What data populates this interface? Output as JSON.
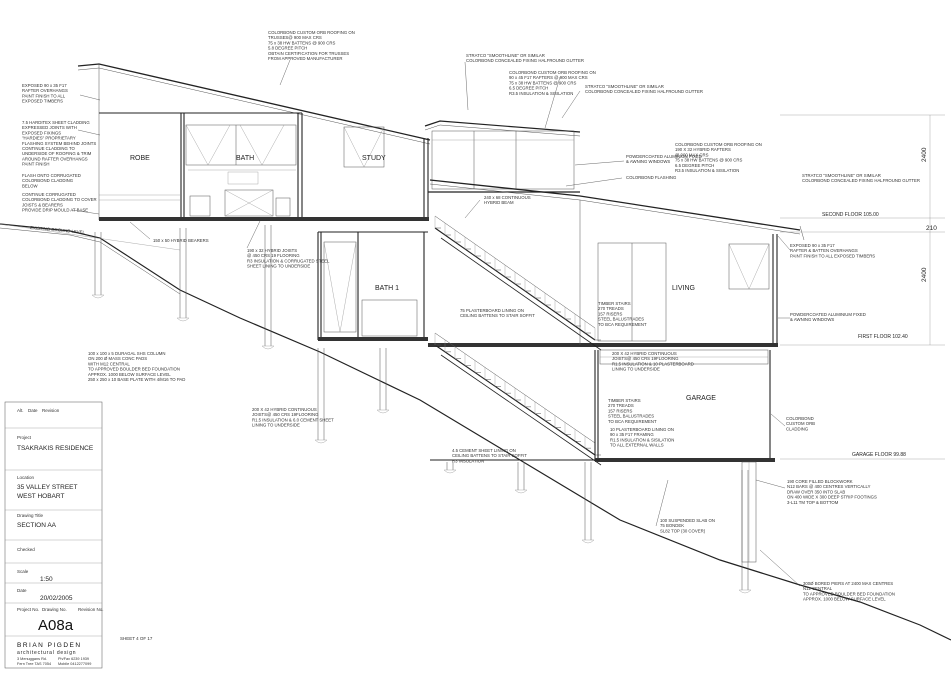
{
  "drawing": {
    "rooms": {
      "robe": "ROBE",
      "bath": "BATH",
      "study": "STUDY",
      "bath1": "BATH 1",
      "living": "LIVING",
      "garage": "GARAGE"
    },
    "levels": {
      "second_floor": "SECOND FLOOR 105.00",
      "first_floor": "FIRST FLOOR 102.40",
      "garage_floor": "GARAGE FLOOR 99.88"
    },
    "dimensions": {
      "upper": "2400",
      "floor_zone": "210",
      "lower": "2400"
    },
    "ground_label": "EXISTING GROUND LEVEL",
    "notes": {
      "roof_top": [
        "COLORBOND CUSTOM ORB ROOFING ON",
        "TRUSSES@ 900 MAX CRS",
        "75 x 38 HW BATTENS @ 900 CRS",
        "5.8 DEGREE PITCH",
        "OBTAIN CERTIFICATION FOR TRUSSES",
        "FROM APPROVED MANUFACTURER"
      ],
      "rafter_left": [
        "EXPOSED 90 x 35 F17",
        "RAFTER OVERHANGS",
        "PAINT FINISH TO ALL",
        "EXPOSED TIMBERS"
      ],
      "cladding_left": [
        "7.5 HARDITEX SHEET CLADDING",
        "EXPRESSED JOINTS WITH",
        "EXPOSED FIXINGS",
        "\"HARDIES\" PROPRIETARY",
        "FLASHING SYSTEM BEHIND JOINTS",
        "CONTINUE CLADDING TO",
        "UNDERSIDE OF ROOFING & TRIM",
        "AROUND RAFTER OVERHANGS",
        "PAINT FINISH"
      ],
      "flash_left": [
        "FLASH ONTO CORRUGATED",
        "COLORBOND CLADDING",
        "BELOW"
      ],
      "continue_left": [
        "CONTINUE CORRUGATED",
        "COLORBOND CLADDING TO COVER",
        "JOISTS & BEARERS",
        "PROVIDE DRIP MOULD AT BASE"
      ],
      "bearers": [
        "150 x 50 HYBRID BEARERS"
      ],
      "joists_upper": [
        "190 x 32 HYBRID JOISTS",
        "@ 450 CRS 19 FLOORING",
        "R3 INSULATION & CORRUGATED STEEL",
        "SHEET LINING TO UNDERSIDE"
      ],
      "columns": [
        "100 x 100 x 5 DURAGAL SHS COLUMN",
        "ON 200 Ø MASS CONC PADS",
        "WITH M12 CENTRAL",
        "TO APPROVED BOULDER BED FOUNDATION",
        "APPROX. 1000 BELOW SURFACE LEVEL",
        "250 x 250 x 10 BASE PLATE WITH 4/M16 TO PAD"
      ],
      "joists_mid": [
        "200 X 42 HYBRID CONTINUOUS",
        "JOISTS@ 450 CRS 19FLOORING",
        "R1.5 INSULATION & 6.0 CEMENT SHEET",
        "LINING TO UNDERSIDE"
      ],
      "cement_sheet": [
        "4.5 CEMENT SHEET LINING ON",
        "CEILING BATTENS TO STAIR SOFFIT",
        "R3 INSULATION"
      ],
      "stair_soffit": [
        "75 PLASTERBOARD LINING ON",
        "CEILING BATTENS TO STAIR SOFFIT"
      ],
      "stretto_top": [
        "STRATCO \"SMOOTHLINE\" OR SIMILAR",
        "COLORBOND CONCEALED FIXING HALFROUND GUTTER"
      ],
      "roof_mid": [
        "COLORBOND CUSTOM ORB ROOFING ON",
        "90 x 45 F17 RAFTERS @ 900 MAX CRS",
        "75 x 38 HW BATTENS @ 900 CRS",
        "6.5 DEGREE PITCH",
        "R3.5 INSULATION & SISILATION"
      ],
      "stretto_mid": [
        "STRATCO \"SMOOTHLINE\" OR SIMILAR",
        "COLORBOND CONCEALED FIXING HALFROUND GUTTER"
      ],
      "windows_upper": [
        "POWDERCOATED ALUMINIUM FIXED",
        "& AWNING WINDOWS"
      ],
      "flashing": [
        "COLORBOND FLASHING"
      ],
      "hybrid_beam": [
        "240 x 68 CONTINUOUS",
        "HYBRID BEAM"
      ],
      "roof_right": [
        "COLORBOND CUSTOM ORB ROOFING ON",
        "190 X 32 HYBRID RAFTERS",
        "@ 900 MAX CRS",
        "75 x 38 HW BATTENS @ 900 CRS",
        "6.5 DEGREE PITCH",
        "R3.5 INSULATION & SISILATION"
      ],
      "stretto_right": [
        "STRATCO \"SMOOTHLINE\" OR SIMILAR",
        "COLORBOND CONCEALED FIXING HALFROUND GUTTER"
      ],
      "exposed_right": [
        "EXPOSED 90 x 35 F17",
        "RAFTER & BATTEN OVERHANGS",
        "PAINT FINISH TO ALL EXPOSED TIMBERS"
      ],
      "stairs_upper": [
        "TIMBER STAIRS",
        "270 TREADS",
        "157 RISERS",
        "STEEL BALUSTRADES",
        "TO BCA REQUIREMENT"
      ],
      "windows_right": [
        "POWDERCOATED ALUMINIUM FIXED",
        "& AWNING WINDOWS"
      ],
      "joists_garage": [
        "200 X 42 HYBRID CONTINUOUS",
        "JOISTS@ 450 CRS 19FLOORING",
        "R1.5 INSULATION & 10 PLASTERBOARD",
        "LINING TO UNDERSIDE"
      ],
      "stairs_lower": [
        "TIMBER STAIRS",
        "270 TREADS",
        "157 RISERS",
        "STEEL BALUSTRADES",
        "TO BCA REQUIREMENT"
      ],
      "garage_walls": [
        "10 PLASTERBOARD LINING ON",
        "90 x 35 F17 FRAMING",
        "R1.5 INSULATION & SISILATION",
        "TO ALL EXTERNAL WALLS"
      ],
      "cladding_right": [
        "COLORBOND",
        "CUSTOM ORB",
        "CLADDING"
      ],
      "blockwork": [
        "190 CORE FILLED BLOCKWORK",
        "N12 BARS @ 400 CENTRES VERTICALLY",
        "DRAW OVER 350 INTO SLAB",
        "ON 400 WIDE X 300 DEEP STRIP FOOTINGS",
        "3-L11 TM TOP & BOTTOM"
      ],
      "slab": [
        "100 SUSPENDED SLAB ON",
        "75 BONDEK",
        "SL82 TOP (30 COVER)"
      ],
      "bored_piers": [
        "300Ø BORED PIERS AT 2400 MAX CENTRES",
        "N12 CENTRAL",
        "TO APPROVED BOULDER BED FOUNDATION",
        "APPROX. 1000 BELOW SURFACE LEVEL"
      ]
    }
  },
  "title_block": {
    "alt_label": "Alt.",
    "date_label": "Date",
    "revision_label": "Revision",
    "project_label": "Project",
    "project": "TSAKRAKIS RESIDENCE",
    "location_label": "Location",
    "location_line1": "35 VALLEY STREET",
    "location_line2": "WEST HOBART",
    "drawing_title_label": "Drawing Title",
    "drawing_title": "SECTION AA",
    "checked_label": "Checked",
    "scale_label": "Scale",
    "scale": "1:50",
    "date_field_label": "Date",
    "date": "20/02/2005",
    "project_no_label": "Project No.",
    "drawing_no_label": "Drawing No.",
    "revision_no_label": "Revision No.",
    "drawing_no": "A08a",
    "sheet": "SHEET 4 OF 17",
    "firm_name": "BRIAN PIGDEN",
    "firm_tagline": "architectural design",
    "firm_address1": "3 Menuggans Rd.",
    "firm_address2": "Fern Tree TAS 7054",
    "firm_phone": "Ph/Fax 6239 1939",
    "firm_mobile": "Mobile 0412277099"
  }
}
